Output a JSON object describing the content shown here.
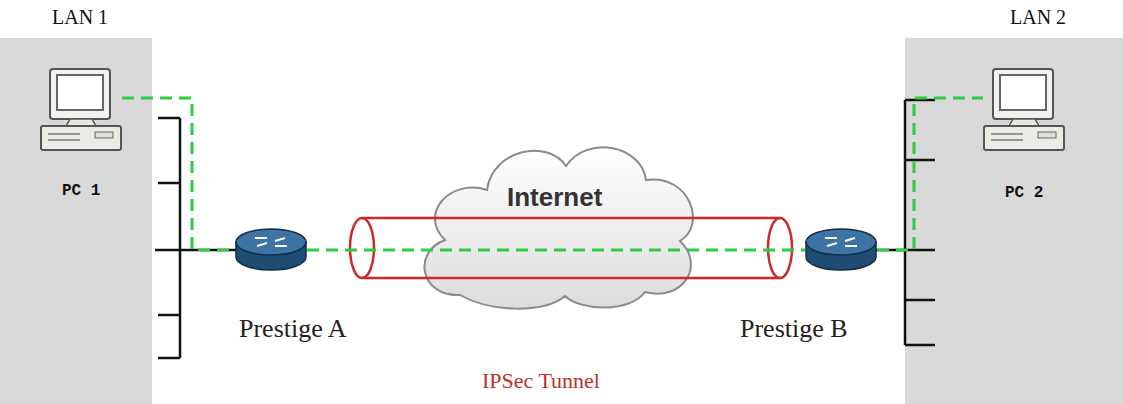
{
  "diagram": {
    "nodes": [
      {
        "text": [
          "LAN 1"
        ]
      },
      {
        "text": [
          "PC 1"
        ],
        "in": 0
      },
      {
        "text": [
          "Prestige A"
        ]
      },
      {
        "text": [
          "Internet"
        ]
      },
      {
        "text": [
          "Prestige B"
        ]
      },
      {
        "text": [
          "LAN 2"
        ]
      },
      {
        "text": [
          "PC 2"
        ],
        "in": 5
      }
    ],
    "edges": [
      {
        "from": 1,
        "to": 2,
        "arrow": "none"
      },
      {
        "from": 2,
        "to": 4,
        "arrow": "none"
      },
      {
        "from": 4,
        "to": 6,
        "arrow": "none"
      }
    ],
    "labels": [
      "IPSec Tunnel"
    ]
  }
}
